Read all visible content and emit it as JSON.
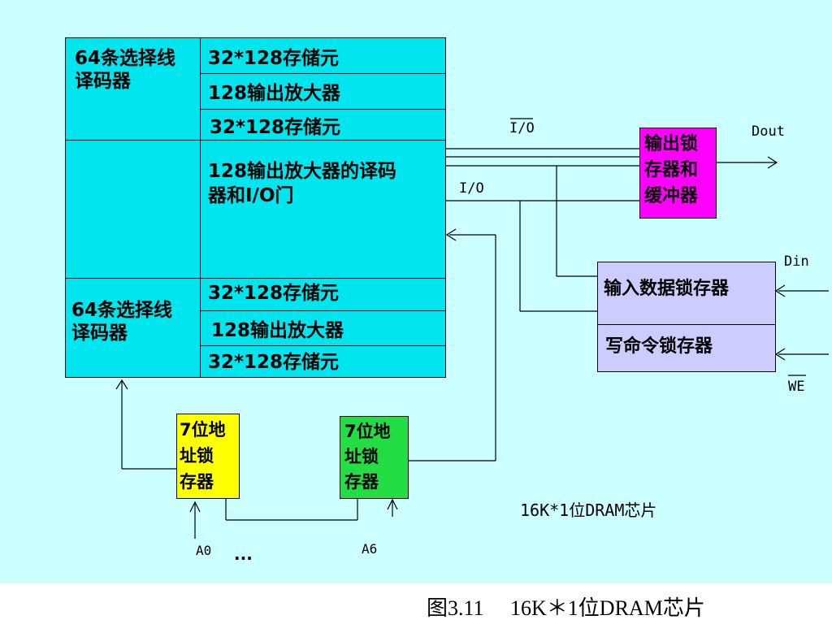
{
  "colors": {
    "background": "#ccffff",
    "memory_array": "#00e5ee",
    "output_latch": "#ff00ff",
    "input_latch": "#ccccff",
    "row_addr_latch": "#ffff00",
    "col_addr_latch": "#22dd44"
  },
  "memory": {
    "top_decoder": "64条选择线\n译码器",
    "top_cell_1": "32*128存储元",
    "top_amp": "128输出放大器",
    "top_cell_2": "32*128存储元",
    "middle_decoder": "128输出放大器的译码\n器和I/O门",
    "bottom_decoder": "64条选择线\n译码器",
    "bottom_cell_1": "32*128存储元",
    "bottom_amp": "128输出放大器",
    "bottom_cell_2": "32*128存储元"
  },
  "output_latch": "输出锁\n存器和\n缓冲器",
  "input_latch": "输入数据锁存器",
  "write_latch": "写命令锁存器",
  "addr_latch_row": "7位地\n址锁\n存器",
  "addr_latch_col": "7位地\n址锁\n存器",
  "signals": {
    "io_bar": "I/O",
    "io": "I/O",
    "dout": "Dout",
    "din": "Din",
    "we": "WE",
    "a0": "A0",
    "a6": "A6",
    "dots": "..."
  },
  "chip_label": "16K*1位DRAM芯片",
  "caption": "图3.11　 16K＊1位DRAM芯片",
  "icons": [
    "arrow-icon"
  ]
}
